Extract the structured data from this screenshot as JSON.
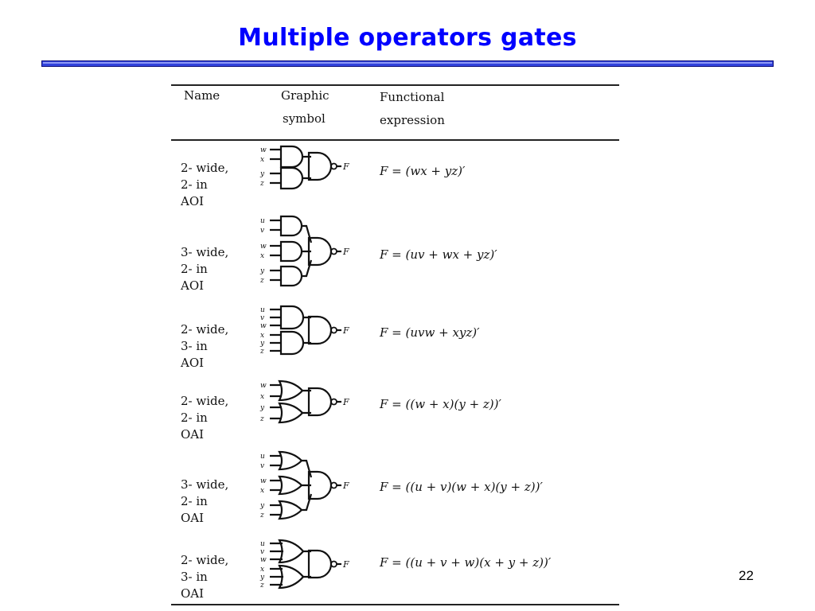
{
  "slide": {
    "title": "Multiple operators gates",
    "page_number": "22"
  },
  "table": {
    "headers": {
      "name": "Name",
      "symbol_line1": "Graphic",
      "symbol_line2": "symbol",
      "expression_line1": "Functional",
      "expression_line2": "expression"
    },
    "rows": [
      {
        "name_lines": [
          "2- wide,",
          "2- in",
          "AOI"
        ],
        "inputs": [
          "w",
          "x",
          "y",
          "z"
        ],
        "expression": "F = (wx + yz)′",
        "output": "F"
      },
      {
        "name_lines": [
          "3- wide,",
          "2- in",
          "AOI"
        ],
        "inputs": [
          "u",
          "v",
          "w",
          "x",
          "y",
          "z"
        ],
        "expression": "F = (uv + wx + yz)′",
        "output": "F"
      },
      {
        "name_lines": [
          "2- wide,",
          "3- in",
          "AOI"
        ],
        "inputs": [
          "u",
          "v",
          "w",
          "x",
          "y",
          "z"
        ],
        "expression": "F = (uvw + xyz)′",
        "output": "F"
      },
      {
        "name_lines": [
          "2- wide,",
          "2- in",
          "OAI"
        ],
        "inputs": [
          "w",
          "x",
          "y",
          "z"
        ],
        "expression": "F = ((w + x)(y + z))′",
        "output": "F"
      },
      {
        "name_lines": [
          "3- wide,",
          "2- in",
          "OAI"
        ],
        "inputs": [
          "u",
          "v",
          "w",
          "x",
          "y",
          "z"
        ],
        "expression": "F = ((u + v)(w + x)(y + z))′",
        "output": "F"
      },
      {
        "name_lines": [
          "2- wide,",
          "3- in",
          "OAI"
        ],
        "inputs": [
          "u",
          "v",
          "w",
          "x",
          "y",
          "z"
        ],
        "expression": "F = ((u + v + w)(x + y + z))′",
        "output": "F"
      }
    ]
  },
  "colors": {
    "title": "#0000ff",
    "title_rule": "#3344dd",
    "ink": "#111111"
  }
}
